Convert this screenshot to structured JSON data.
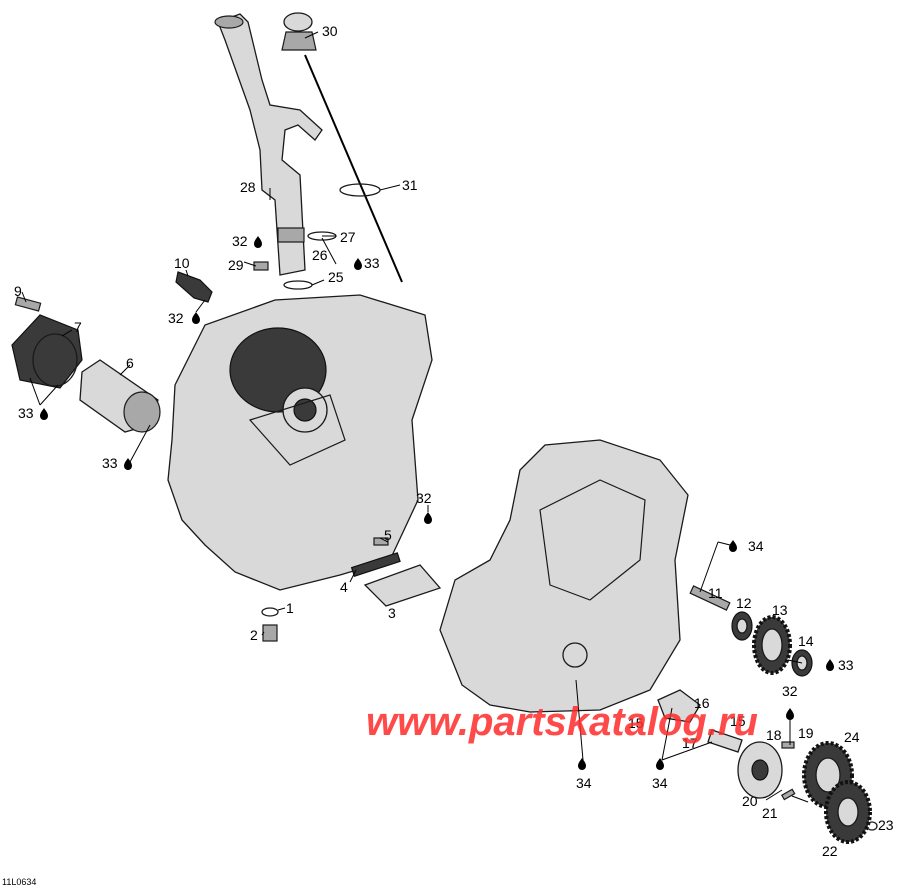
{
  "callouts": [
    {
      "id": "1",
      "label": "1"
    },
    {
      "id": "2",
      "label": "2"
    },
    {
      "id": "3",
      "label": "3"
    },
    {
      "id": "4",
      "label": "4"
    },
    {
      "id": "5",
      "label": "5"
    },
    {
      "id": "6",
      "label": "6"
    },
    {
      "id": "7",
      "label": "7"
    },
    {
      "id": "9",
      "label": "9"
    },
    {
      "id": "10",
      "label": "10"
    },
    {
      "id": "11",
      "label": "11"
    },
    {
      "id": "12",
      "label": "12"
    },
    {
      "id": "13",
      "label": "13"
    },
    {
      "id": "14",
      "label": "14"
    },
    {
      "id": "15a",
      "label": "15"
    },
    {
      "id": "15b",
      "label": "15"
    },
    {
      "id": "16",
      "label": "16"
    },
    {
      "id": "17",
      "label": "17"
    },
    {
      "id": "18",
      "label": "18"
    },
    {
      "id": "19",
      "label": "19"
    },
    {
      "id": "20",
      "label": "20"
    },
    {
      "id": "21",
      "label": "21"
    },
    {
      "id": "22",
      "label": "22"
    },
    {
      "id": "23",
      "label": "23"
    },
    {
      "id": "24",
      "label": "24"
    },
    {
      "id": "25",
      "label": "25"
    },
    {
      "id": "26",
      "label": "26"
    },
    {
      "id": "27",
      "label": "27"
    },
    {
      "id": "28",
      "label": "28"
    },
    {
      "id": "29",
      "label": "29"
    },
    {
      "id": "30",
      "label": "30"
    },
    {
      "id": "31",
      "label": "31"
    },
    {
      "id": "32a",
      "label": "32"
    },
    {
      "id": "32b",
      "label": "32"
    },
    {
      "id": "32c",
      "label": "32"
    },
    {
      "id": "32d",
      "label": "32"
    },
    {
      "id": "33a",
      "label": "33"
    },
    {
      "id": "33b",
      "label": "33"
    },
    {
      "id": "33c",
      "label": "33"
    },
    {
      "id": "33d",
      "label": "33"
    },
    {
      "id": "34a",
      "label": "34"
    },
    {
      "id": "34b",
      "label": "34"
    },
    {
      "id": "34c",
      "label": "34"
    }
  ],
  "figure_ref": "11L0634",
  "watermark": "www.partskatalog.ru",
  "colors": {
    "watermark": "#ff2b2b",
    "part_fill": "#d9d9d9",
    "outline": "#1a1a1a"
  },
  "drop_icon": "oil-drop-icon"
}
